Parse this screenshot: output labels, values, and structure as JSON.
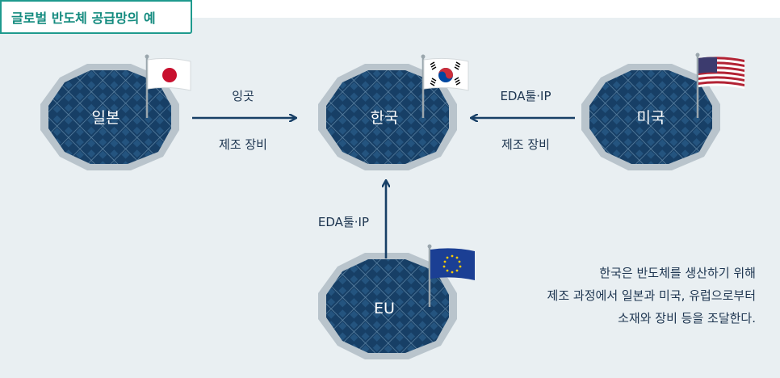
{
  "title": "글로벌 반도체 공급망의 예",
  "nodes": {
    "japan": "일본",
    "korea": "한국",
    "usa": "미국",
    "eu": "EU"
  },
  "edges": {
    "japan_korea": [
      "잉곳",
      "제조 장비"
    ],
    "usa_korea": [
      "EDA툴·IP",
      "제조 장비"
    ],
    "eu_korea": [
      "EDA툴·IP"
    ]
  },
  "caption": [
    "한국은 반도체를 생산하기 위해",
    "제조 과정에서 일본과 미국, 유럽으로부터",
    "소재와 장비 등을 조달한다."
  ],
  "colors": {
    "wafer": "#173f66",
    "wafer_rim": "#b9c4cc",
    "arrow": "#173f66",
    "accent": "#1e9a8e",
    "panel": "#e9eff2"
  }
}
